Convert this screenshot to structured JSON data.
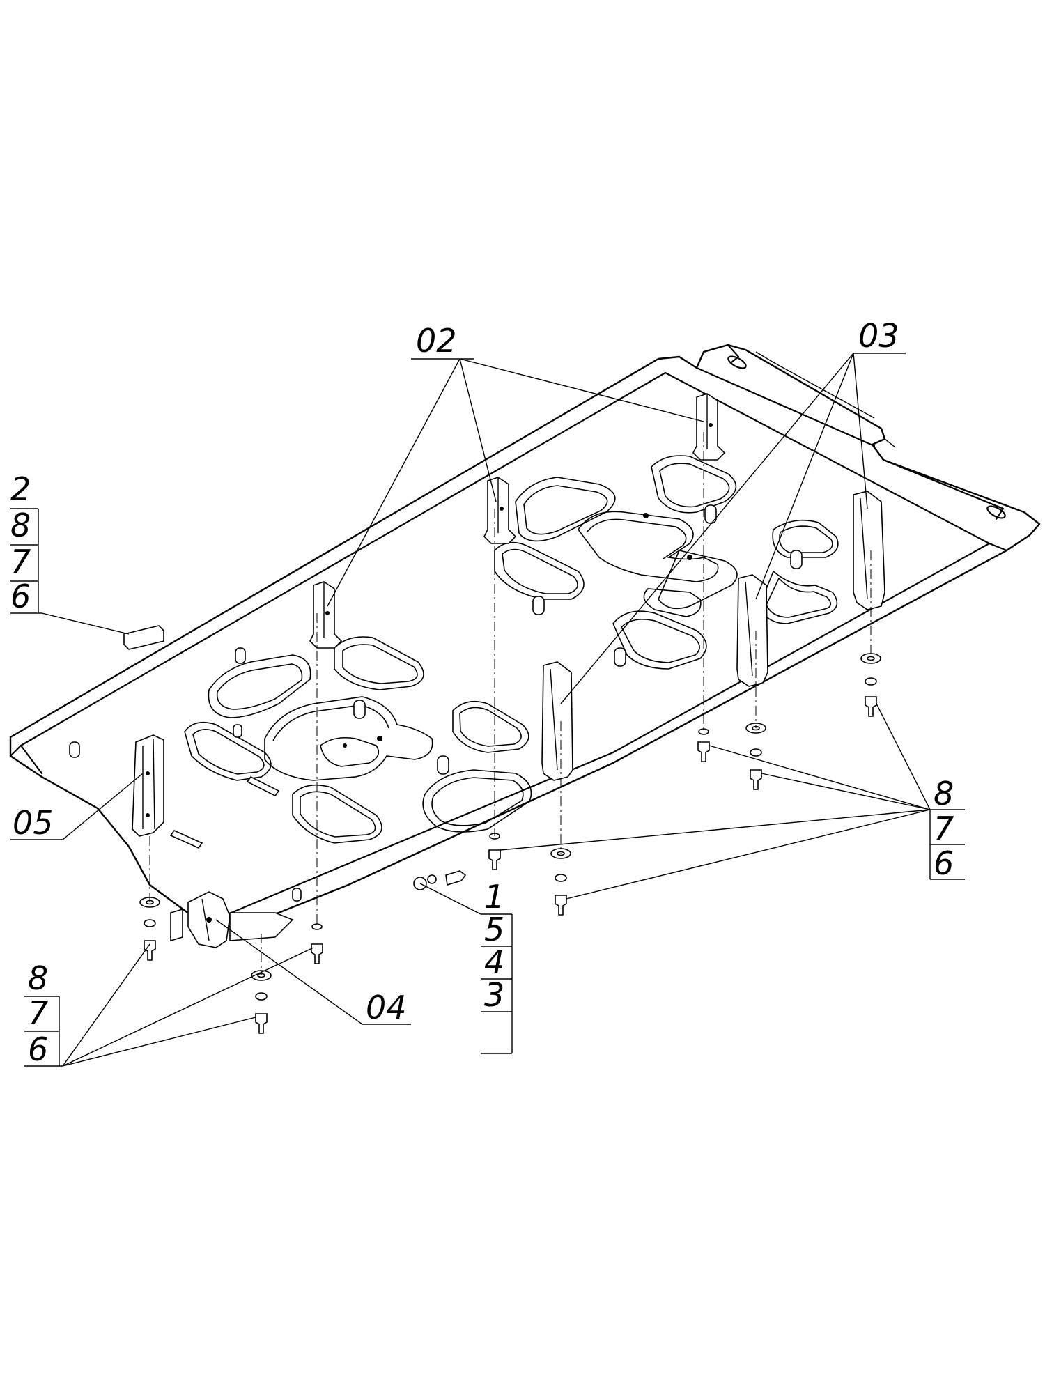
{
  "drawing": {
    "callouts": {
      "top_left_stack": [
        "2",
        "8",
        "7",
        "6"
      ],
      "part_02": "02",
      "part_03": "03",
      "part_05": "05",
      "part_04": "04",
      "right_stack": [
        "8",
        "7",
        "6"
      ],
      "bottom_left_stack": [
        "8",
        "7",
        "6"
      ],
      "center_stack": [
        "1",
        "5",
        "4",
        "3"
      ]
    }
  }
}
